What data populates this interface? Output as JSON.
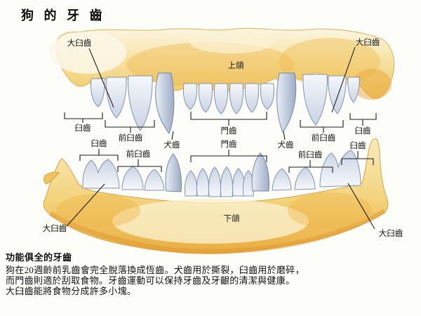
{
  "title": "狗 的 牙 齒",
  "diagram": {
    "upper_jaw_label": "上頜",
    "lower_jaw_label": "下頜",
    "labels": {
      "large_molar": "大臼齒",
      "molar": "臼齒",
      "premolar": "前臼齒",
      "canine": "犬齒",
      "incisor": "門齒"
    }
  },
  "caption": {
    "heading": "功能俱全的牙齒",
    "lines": [
      "狗在20週齡前乳齒會完全脫落換成恆齒。犬齒用於撕裂，臼齒用於磨碎，",
      "而門齒則適於刮取食物。牙齒運動可以保持牙齒及牙齦的清潔與健康。",
      "大臼齒能將食物分成許多小塊。"
    ]
  },
  "colors": {
    "bone_light": "#FCF5DE",
    "bone_gold": "#F1C963",
    "bone_shadow": "#E09A35",
    "tooth_light": "#F4F7FA",
    "tooth_shade": "#C9D3E3",
    "tooth_outline": "#8293B0",
    "callout_line": "#1B1B1B",
    "text": "#111111",
    "background": "#FDFDFA"
  }
}
